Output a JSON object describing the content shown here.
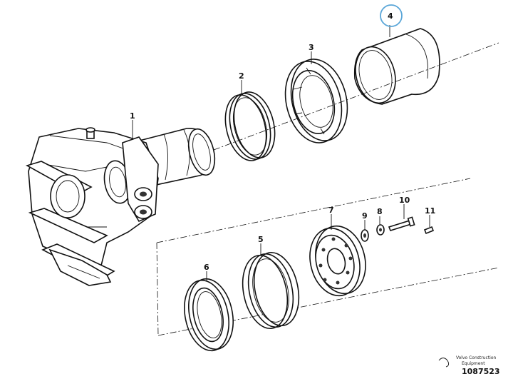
{
  "callouts": [
    {
      "id": "1",
      "label": "1"
    },
    {
      "id": "2",
      "label": "2"
    },
    {
      "id": "3",
      "label": "3"
    },
    {
      "id": "4",
      "label": "4"
    },
    {
      "id": "5",
      "label": "5"
    },
    {
      "id": "6",
      "label": "6"
    },
    {
      "id": "7",
      "label": "7"
    },
    {
      "id": "8",
      "label": "8"
    },
    {
      "id": "9",
      "label": "9"
    },
    {
      "id": "10",
      "label": "10"
    },
    {
      "id": "11",
      "label": "11"
    }
  ],
  "footer": {
    "line1": "Volvo Construction",
    "line2": "Equipment",
    "drawing_number": "1087523"
  },
  "highlight_color": "#5aa6d8"
}
